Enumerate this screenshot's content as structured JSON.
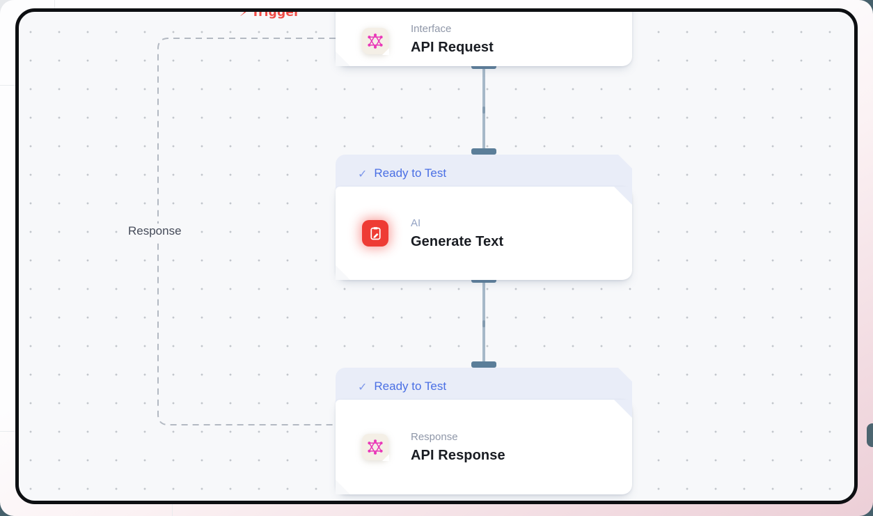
{
  "canvas": {
    "trigger_tag": {
      "icon": "lightning-icon",
      "label": "Trigger"
    },
    "loop_label": "Response",
    "badge_text": "Ready to Test",
    "nodes": [
      {
        "label": "Interface",
        "title": "API Request",
        "icon": "hexagram-icon",
        "badge": null
      },
      {
        "label": "AI",
        "title": "Generate Text",
        "icon": "note-pencil-icon",
        "badge": "Ready to Test"
      },
      {
        "label": "Response",
        "title": "API Response",
        "icon": "hexagram-icon",
        "badge": "Ready to Test"
      }
    ],
    "colors": {
      "canvas_bg": "#f7f8fa",
      "badge_bg": "#e9edf8",
      "badge_blue": "#4a6fe4",
      "trigger_red": "#ef4b45",
      "ai_icon_red": "#ee3b34",
      "api_icon_pink": "#e937b8",
      "connector_slate": "#5b7e99",
      "page_pink": "#eccfd7",
      "page_teal": "#46606b"
    }
  }
}
